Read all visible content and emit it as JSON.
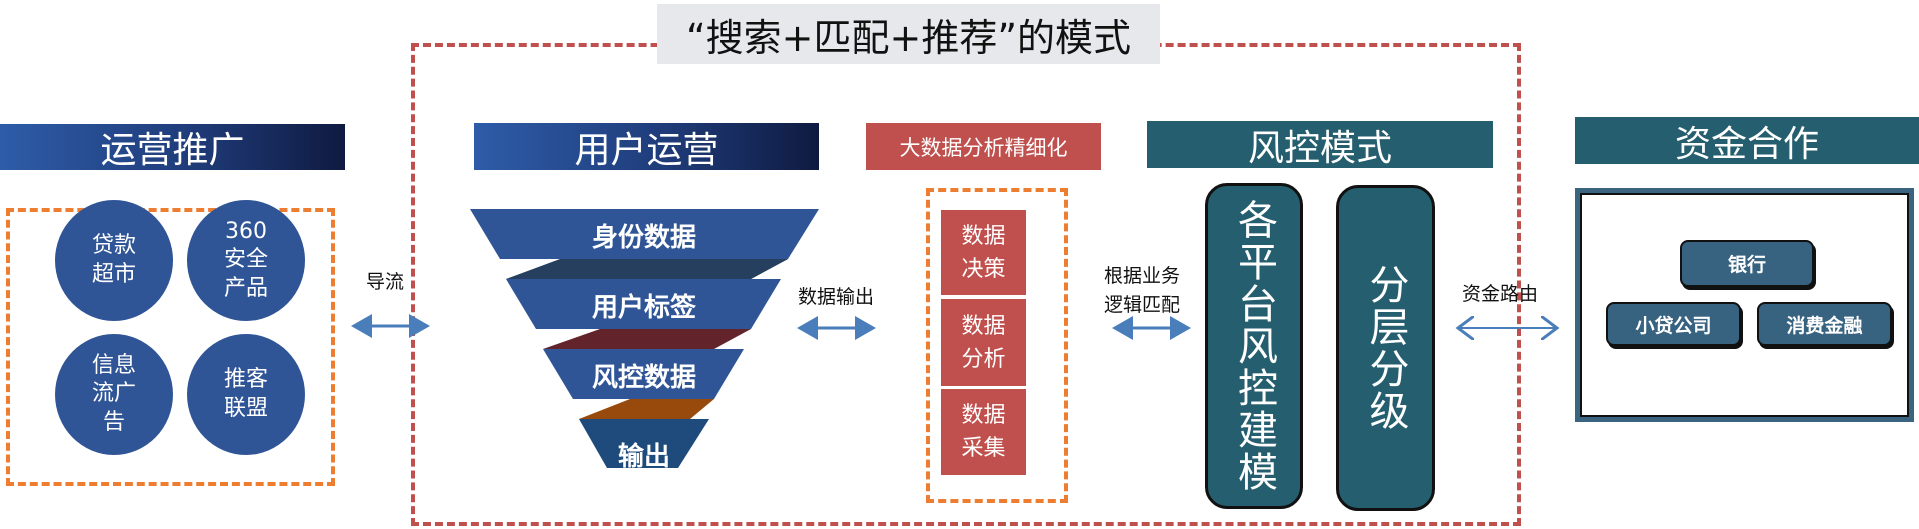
{
  "title": "“搜索+匹配+推荐”的模式",
  "sections": {
    "promotion": {
      "title": "运营推广",
      "items": [
        "贷款\n超市",
        "360\n安全\n产品",
        "信息\n流广\n告",
        "推客\n联盟"
      ]
    },
    "user_ops": {
      "title": "用户运营",
      "funnel": [
        "身份数据",
        "用户标签",
        "风控数据",
        "输出"
      ]
    },
    "big_data": {
      "title": "大数据分析精细化",
      "cells": [
        "数据\n决策",
        "数据\n分析",
        "数据\n采集"
      ]
    },
    "risk": {
      "title": "风控模式",
      "pillars": [
        "各平台风控建模",
        "分层分级"
      ]
    },
    "funding": {
      "title": "资金合作",
      "partners": [
        "银行",
        "小贷公司",
        "消费金融"
      ]
    }
  },
  "connectors": {
    "flow": "导流",
    "data_output": "数据输出",
    "match": "根据业务\n逻辑匹配",
    "fund_route": "资金路由"
  },
  "colors": {
    "blue": "#2f5597",
    "red": "#c0504d",
    "teal": "#255e6e",
    "orange": "#ed7d31",
    "arrow": "#4a7ebb"
  }
}
